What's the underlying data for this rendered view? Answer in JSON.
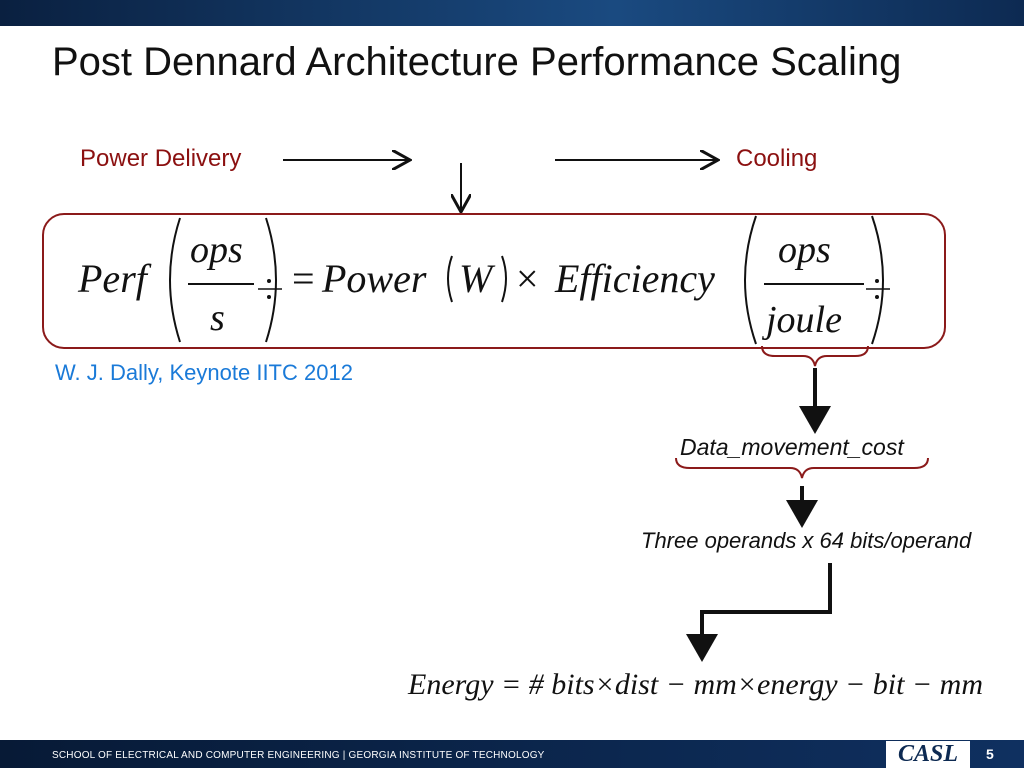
{
  "slide": {
    "title": "Post Dennard Architecture Performance Scaling",
    "labels": {
      "power_delivery": "Power Delivery",
      "cooling": "Cooling"
    },
    "formula": {
      "perf": "Perf",
      "ops1": "ops",
      "s": "s",
      "equals_power": "= Power",
      "W": "W",
      "times_eff": "×Efficiency",
      "ops2": "ops",
      "joule": "joule"
    },
    "citation": "W. J. Dally, Keynote IITC 2012",
    "data_movement_cost": "Data_movement_cost",
    "operands": "Three operands x 64 bits/operand",
    "energy_formula": "Energy = # bits×dist − mm×energy − bit − mm"
  },
  "footer": {
    "text": "SCHOOL OF ELECTRICAL AND COMPUTER ENGINEERING | GEORGIA INSTITUTE OF TECHNOLOGY",
    "logo": "CASL",
    "page": "5"
  },
  "colors": {
    "accent_red": "#8b1a1a",
    "citation_blue": "#1a7ad8",
    "bar_navy": "#0d2a52"
  }
}
